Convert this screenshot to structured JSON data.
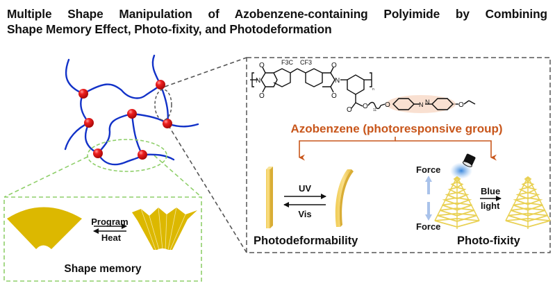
{
  "title": {
    "line1": "Multiple Shape Manipulation of Azobenzene-containing Polyimide by Combining",
    "line2": "Shape Memory Effect, Photo-fixity, and Photodeformation"
  },
  "network": {
    "description": "Polymer network with crosslink nodes",
    "node_color": "#e3141b",
    "chain_color": "#1232c8"
  },
  "chemical_structure": {
    "label_cf3_left": "F3C",
    "label_cf3_right": "CF3",
    "atom_n": "N",
    "atom_o": "O",
    "repeat_subscript": "n",
    "spacer_subscript": "11",
    "highlight_color": "#f7d3bd"
  },
  "azobenzene_label": "Azobenzene (photoresponsive group)",
  "photodeformability": {
    "title": "Photodeformability",
    "forward_label": "UV",
    "reverse_label": "Vis"
  },
  "photofixity": {
    "title": "Photo-fixity",
    "force_top": "Force",
    "force_bottom": "Force",
    "arrow_label_line1": "Blue",
    "arrow_label_line2": "light"
  },
  "shape_memory": {
    "title": "Shape memory",
    "forward_label": "Program",
    "reverse_label": "Heat"
  },
  "colors": {
    "accent_orange": "#c8561b",
    "green_dash": "#8fcf6a",
    "gray_dash": "#555555",
    "gold": "#dcb800",
    "pale_gold": "#f3d46a"
  }
}
